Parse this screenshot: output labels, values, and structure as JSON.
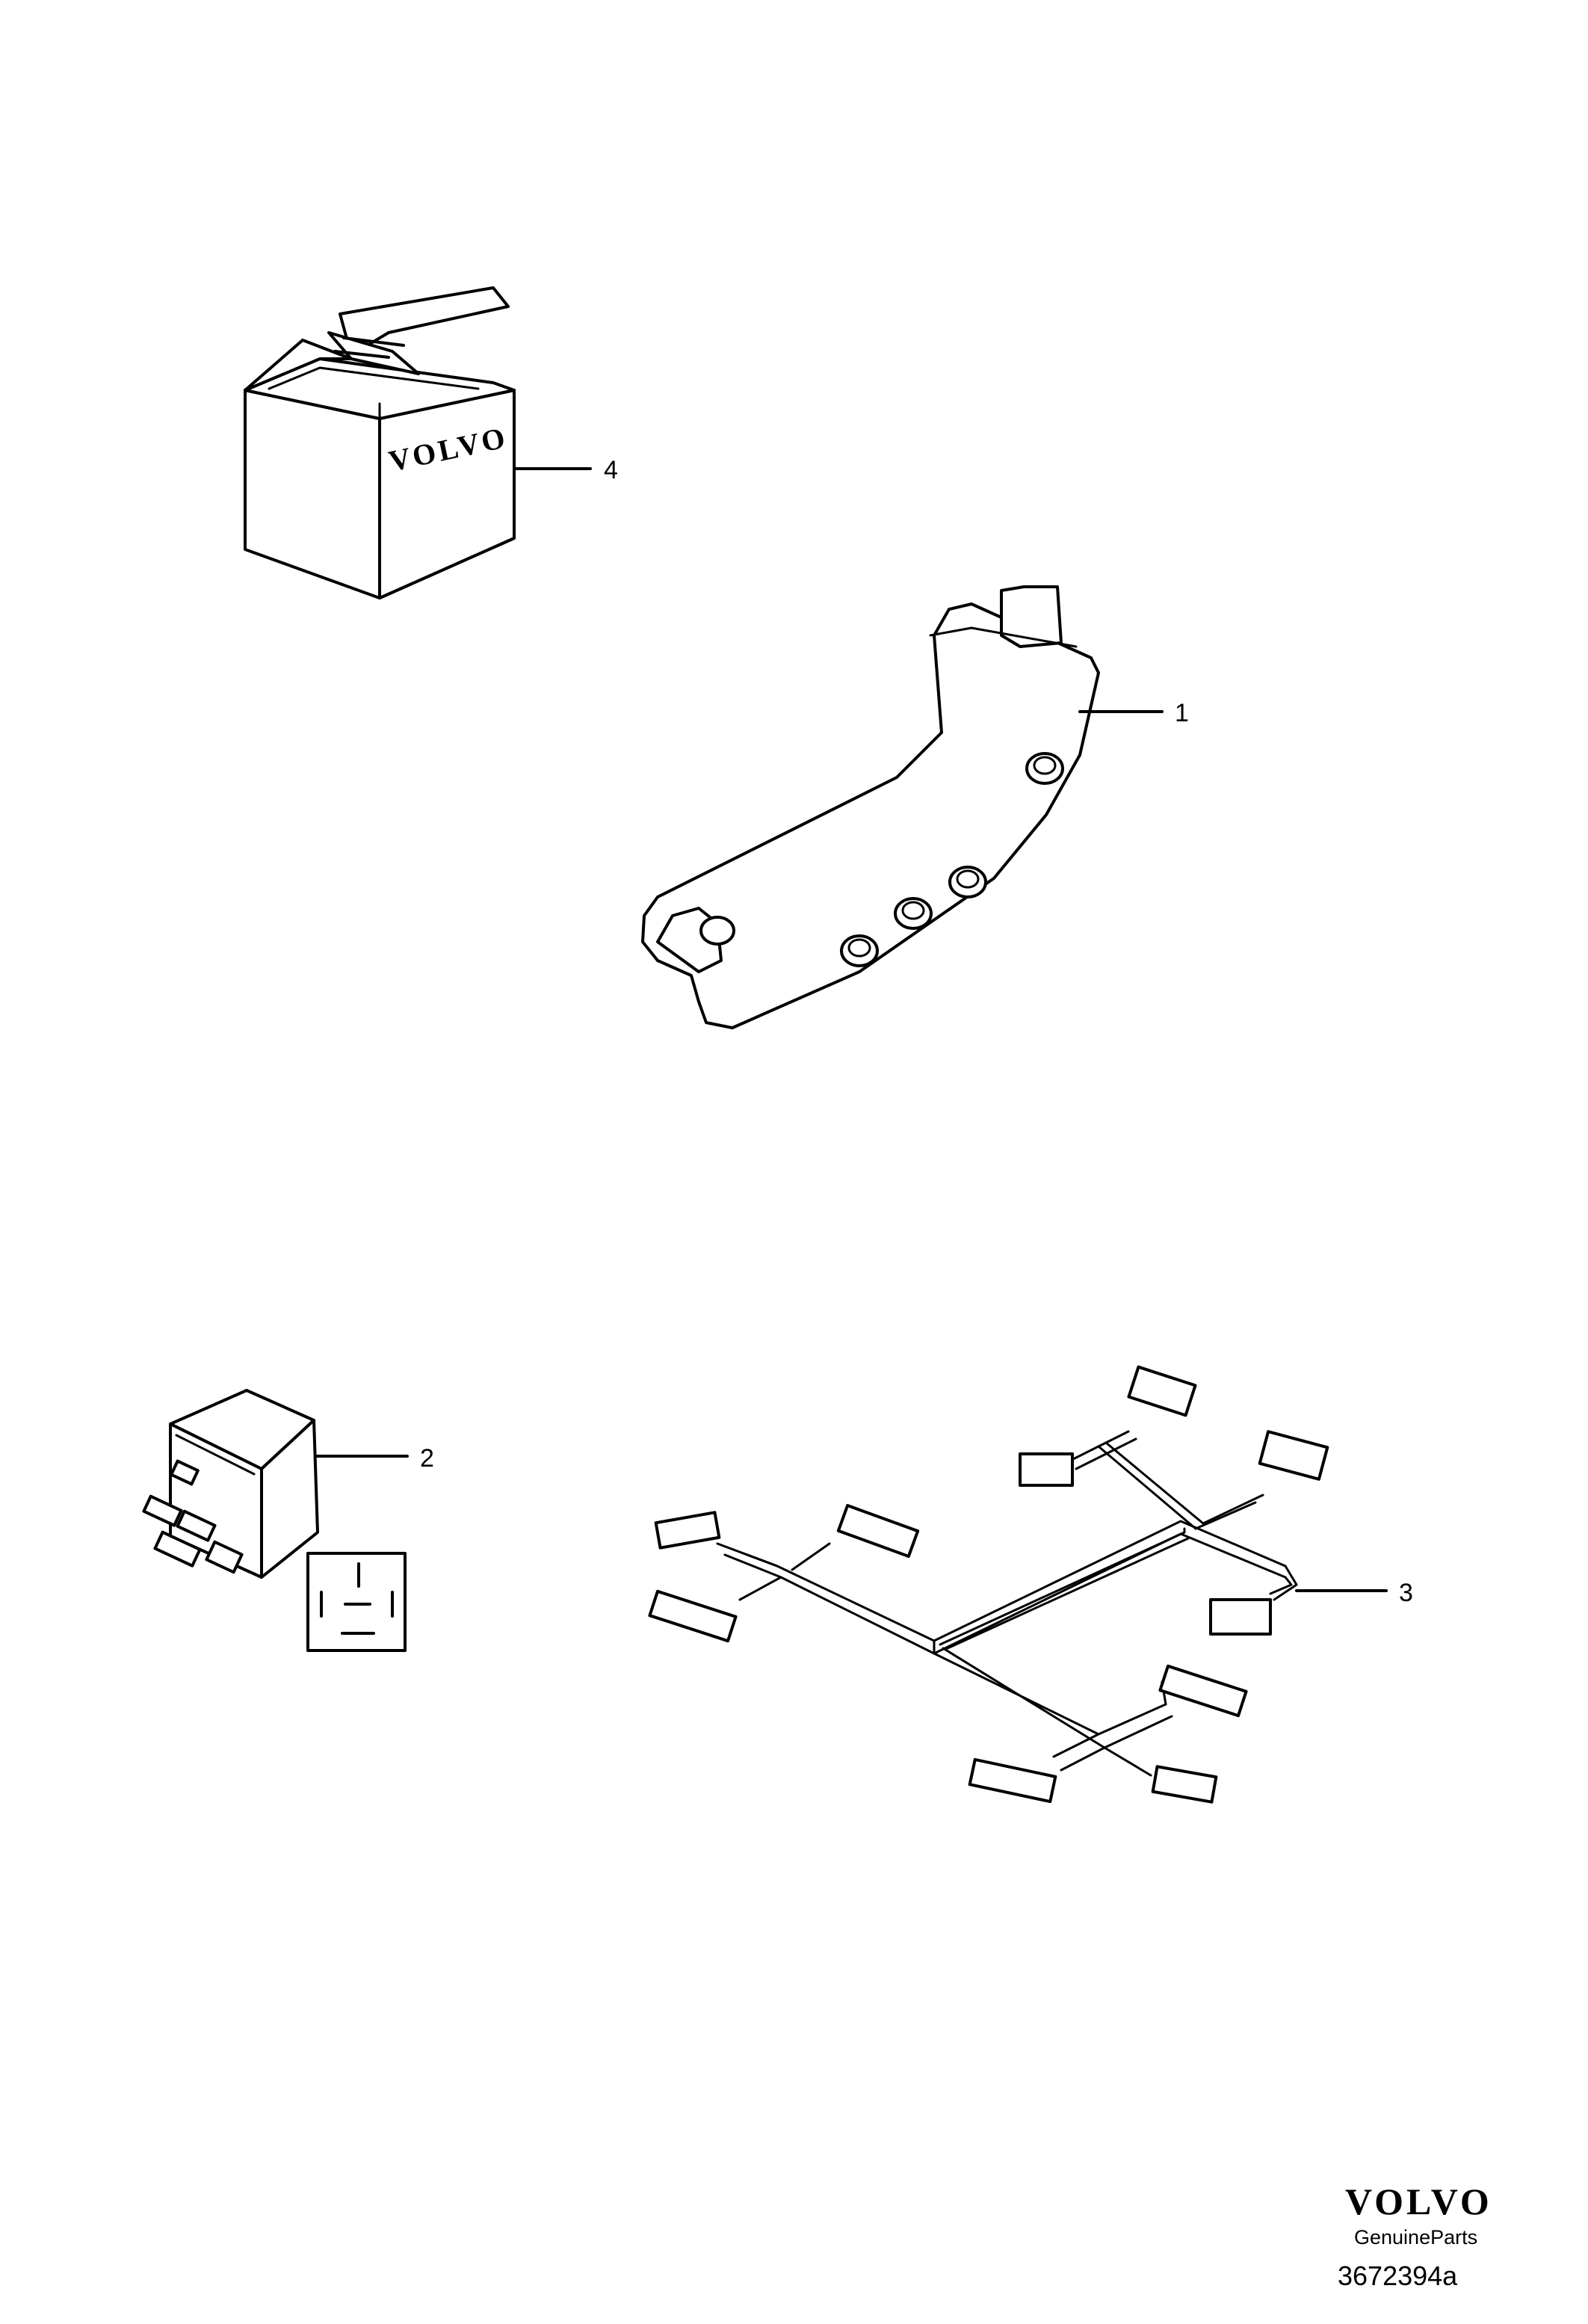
{
  "callouts": [
    {
      "id": "4",
      "label": "4",
      "part": "box"
    },
    {
      "id": "1",
      "label": "1",
      "part": "control-panel"
    },
    {
      "id": "2",
      "label": "2",
      "part": "relay"
    },
    {
      "id": "3",
      "label": "3",
      "part": "wiring-harness"
    }
  ],
  "box_print": "VOLVO",
  "footer": {
    "brand": "VOLVO",
    "subtitle": "GenuineParts",
    "doc_number": "3672394a"
  }
}
